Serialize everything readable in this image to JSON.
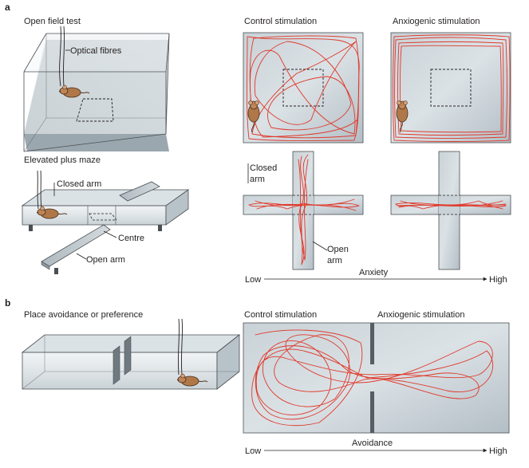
{
  "panel_a": {
    "letter": "a",
    "open_field_title": "Open field test",
    "optical_fibres": "Optical fibres",
    "epm_title": "Elevated plus maze",
    "closed_arm": "Closed arm",
    "centre": "Centre",
    "open_arm": "Open arm",
    "control_stim": "Control stimulation",
    "anxiogenic_stim": "Anxiogenic stimulation",
    "closed_arm_line1": "Closed",
    "closed_arm_line2": "arm",
    "open_arm_line1": "Open",
    "open_arm_line2": "arm",
    "scale_low": "Low",
    "scale_label": "Anxiety",
    "scale_high": "High"
  },
  "panel_b": {
    "letter": "b",
    "title": "Place avoidance or preference",
    "control_stim": "Control stimulation",
    "anxiogenic_stim": "Anxiogenic stimulation",
    "scale_low": "Low",
    "scale_label": "Avoidance",
    "scale_high": "High"
  },
  "colors": {
    "track": "#e0392b",
    "arena": "#b8c3c9",
    "floor": "#a5b1b8",
    "outline": "#4a4f52",
    "mouse": "#b07848"
  },
  "icons": [
    "mouse-icon",
    "optical-fibre-icon",
    "arrow-right-icon"
  ]
}
